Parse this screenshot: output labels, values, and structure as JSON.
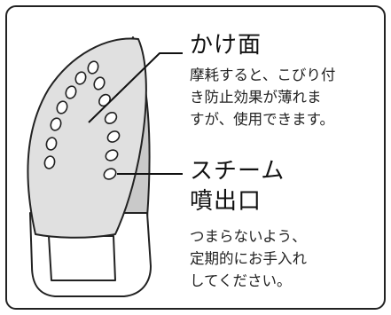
{
  "surface": {
    "title": "かけ面",
    "description": [
      "摩耗すると、こびり付",
      "き防止効果が薄れま",
      "すが、使用できます。"
    ]
  },
  "steam": {
    "title": [
      "スチーム",
      "噴出口"
    ],
    "description": [
      "つまらないよう、",
      "定期的にお手入れ",
      "してください。"
    ]
  }
}
